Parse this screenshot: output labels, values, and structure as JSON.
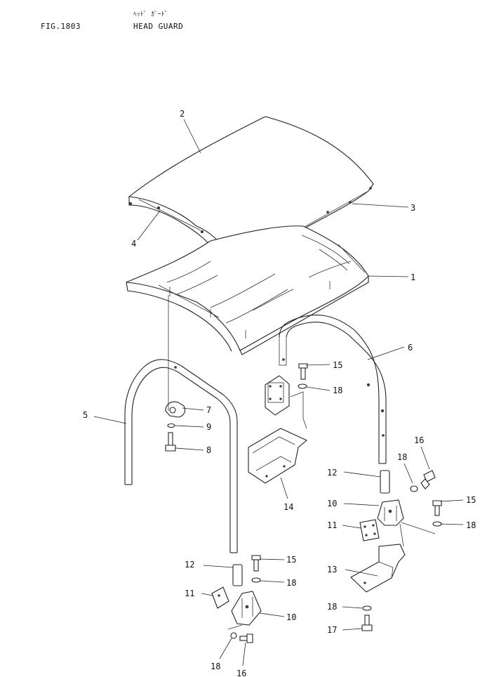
{
  "header": {
    "figure_number": "FIG.1803",
    "title_japanese": "ﾍｯﾄﾞ ｶﾞｰﾄﾞ",
    "title": "HEAD GUARD"
  },
  "callouts": [
    "1",
    "2",
    "3",
    "4",
    "5",
    "6",
    "7",
    "8",
    "9",
    "10",
    "11",
    "12",
    "13",
    "14",
    "15",
    "16",
    "17",
    "18"
  ],
  "callout_labels": [
    {
      "id": "c1",
      "text": "1"
    },
    {
      "id": "c2",
      "text": "2"
    },
    {
      "id": "c3",
      "text": "3"
    },
    {
      "id": "c4",
      "text": "4"
    },
    {
      "id": "c5",
      "text": "5"
    },
    {
      "id": "c6",
      "text": "6"
    },
    {
      "id": "c7",
      "text": "7"
    },
    {
      "id": "c8",
      "text": "8"
    },
    {
      "id": "c9",
      "text": "9"
    },
    {
      "id": "c10a",
      "text": "10"
    },
    {
      "id": "c10b",
      "text": "10"
    },
    {
      "id": "c11a",
      "text": "11"
    },
    {
      "id": "c11b",
      "text": "11"
    },
    {
      "id": "c12a",
      "text": "12"
    },
    {
      "id": "c12b",
      "text": "12"
    },
    {
      "id": "c13",
      "text": "13"
    },
    {
      "id": "c14",
      "text": "14"
    },
    {
      "id": "c15a",
      "text": "15"
    },
    {
      "id": "c15b",
      "text": "15"
    },
    {
      "id": "c15c",
      "text": "15"
    },
    {
      "id": "c16a",
      "text": "16"
    },
    {
      "id": "c16b",
      "text": "16"
    },
    {
      "id": "c17",
      "text": "17"
    },
    {
      "id": "c18a",
      "text": "18"
    },
    {
      "id": "c18b",
      "text": "18"
    },
    {
      "id": "c18c",
      "text": "18"
    },
    {
      "id": "c18d",
      "text": "18"
    },
    {
      "id": "c18e",
      "text": "18"
    },
    {
      "id": "c18f",
      "text": "18"
    }
  ]
}
